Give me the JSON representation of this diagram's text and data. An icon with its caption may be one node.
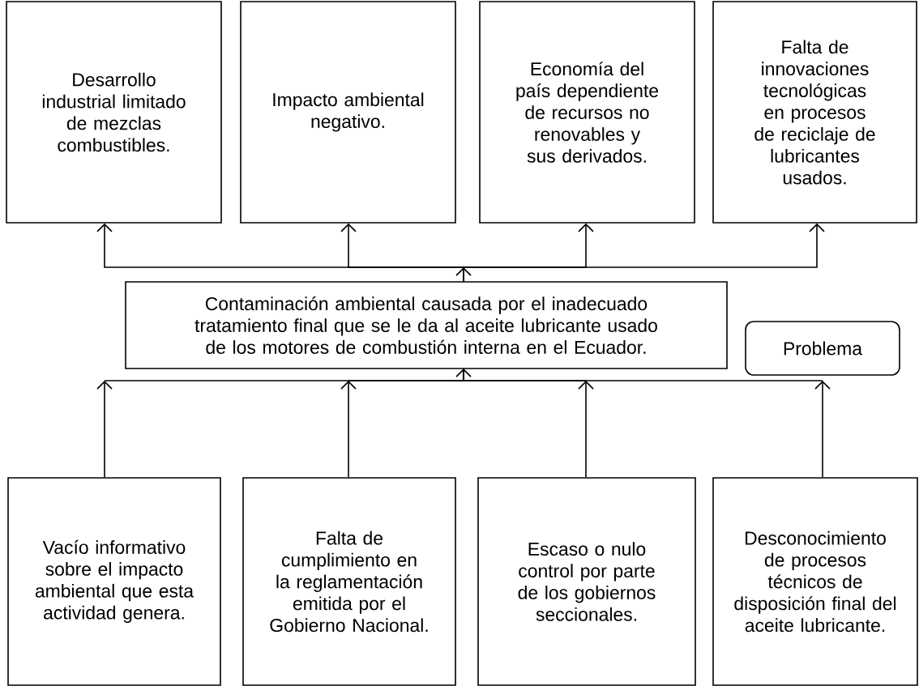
{
  "diagram": {
    "nodes": [
      {
        "text": [
          "Desarrollo industrial limitado de mezclas combustibles."
        ]
      },
      {
        "text": [
          "Impacto ambiental negativo."
        ]
      },
      {
        "text": [
          "Economía del país dependiente de recursos no renovables y sus derivados."
        ]
      },
      {
        "text": [
          "Falta de innovaciones tecnológicas en procesos de reciclaje de lubricantes usados."
        ]
      },
      {
        "text": [
          "Contaminación ambiental causada por el inadecuado tratamiento final que se le da al aceite lubricante usado de los motores de combustión interna en el Ecuador."
        ]
      },
      {
        "text": [
          "Problema"
        ]
      },
      {
        "text": [
          "Vacío informativo sobre el impacto ambiental que esta actividad genera."
        ]
      },
      {
        "text": [
          "Falta de cumplimiento en la reglamentación emitida por el Gobierno Nacional."
        ]
      },
      {
        "text": [
          "Escaso o nulo control por parte de los gobiernos seccionales."
        ]
      },
      {
        "text": [
          "Desconocimiento de procesos técnicos de disposición final del aceite lubricante."
        ]
      }
    ],
    "edges": [
      {
        "from": 4,
        "to": 0,
        "arrow": "to"
      },
      {
        "from": 4,
        "to": 1,
        "arrow": "to"
      },
      {
        "from": 4,
        "to": 2,
        "arrow": "to"
      },
      {
        "from": 4,
        "to": 3,
        "arrow": "to"
      },
      {
        "from": 6,
        "to": 4,
        "arrow": "to"
      },
      {
        "from": 7,
        "to": 4,
        "arrow": "to"
      },
      {
        "from": 8,
        "to": 4,
        "arrow": "to"
      },
      {
        "from": 9,
        "to": 4,
        "arrow": "to"
      }
    ]
  }
}
